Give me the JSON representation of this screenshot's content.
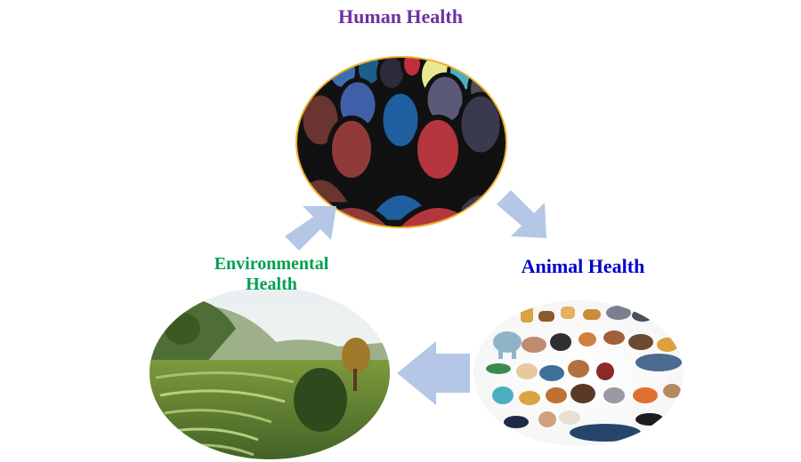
{
  "labels": {
    "human": "Human Health",
    "animal": "Animal Health",
    "environmental_line1": "Environmental",
    "environmental_line2": "Health"
  },
  "colors": {
    "human": "#7030a0",
    "animal": "#0000cc",
    "environmental": "#00a050",
    "arrow": "#b4c7e7",
    "human_ring": "#f0b030"
  },
  "icons": {
    "human": "crowd-silhouettes",
    "animal": "animal-collage",
    "environment": "rice-terrace-landscape",
    "cycle": "arrows"
  }
}
